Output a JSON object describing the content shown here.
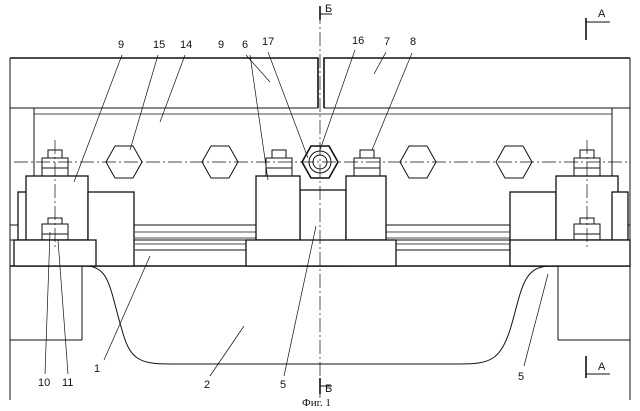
{
  "labels": {
    "l9a": "9",
    "l15": "15",
    "l14": "14",
    "l9b": "9",
    "l6": "6",
    "l17": "17",
    "l16": "16",
    "l7": "7",
    "l8": "8",
    "l10": "10",
    "l11": "11",
    "l1": "1",
    "l2": "2",
    "l5a": "5",
    "l5b": "5"
  },
  "section_marks": {
    "b_top": "Б",
    "b_bottom": "Б",
    "a_top": "А",
    "a_bottom": "А"
  },
  "caption": "Фиг. 1"
}
